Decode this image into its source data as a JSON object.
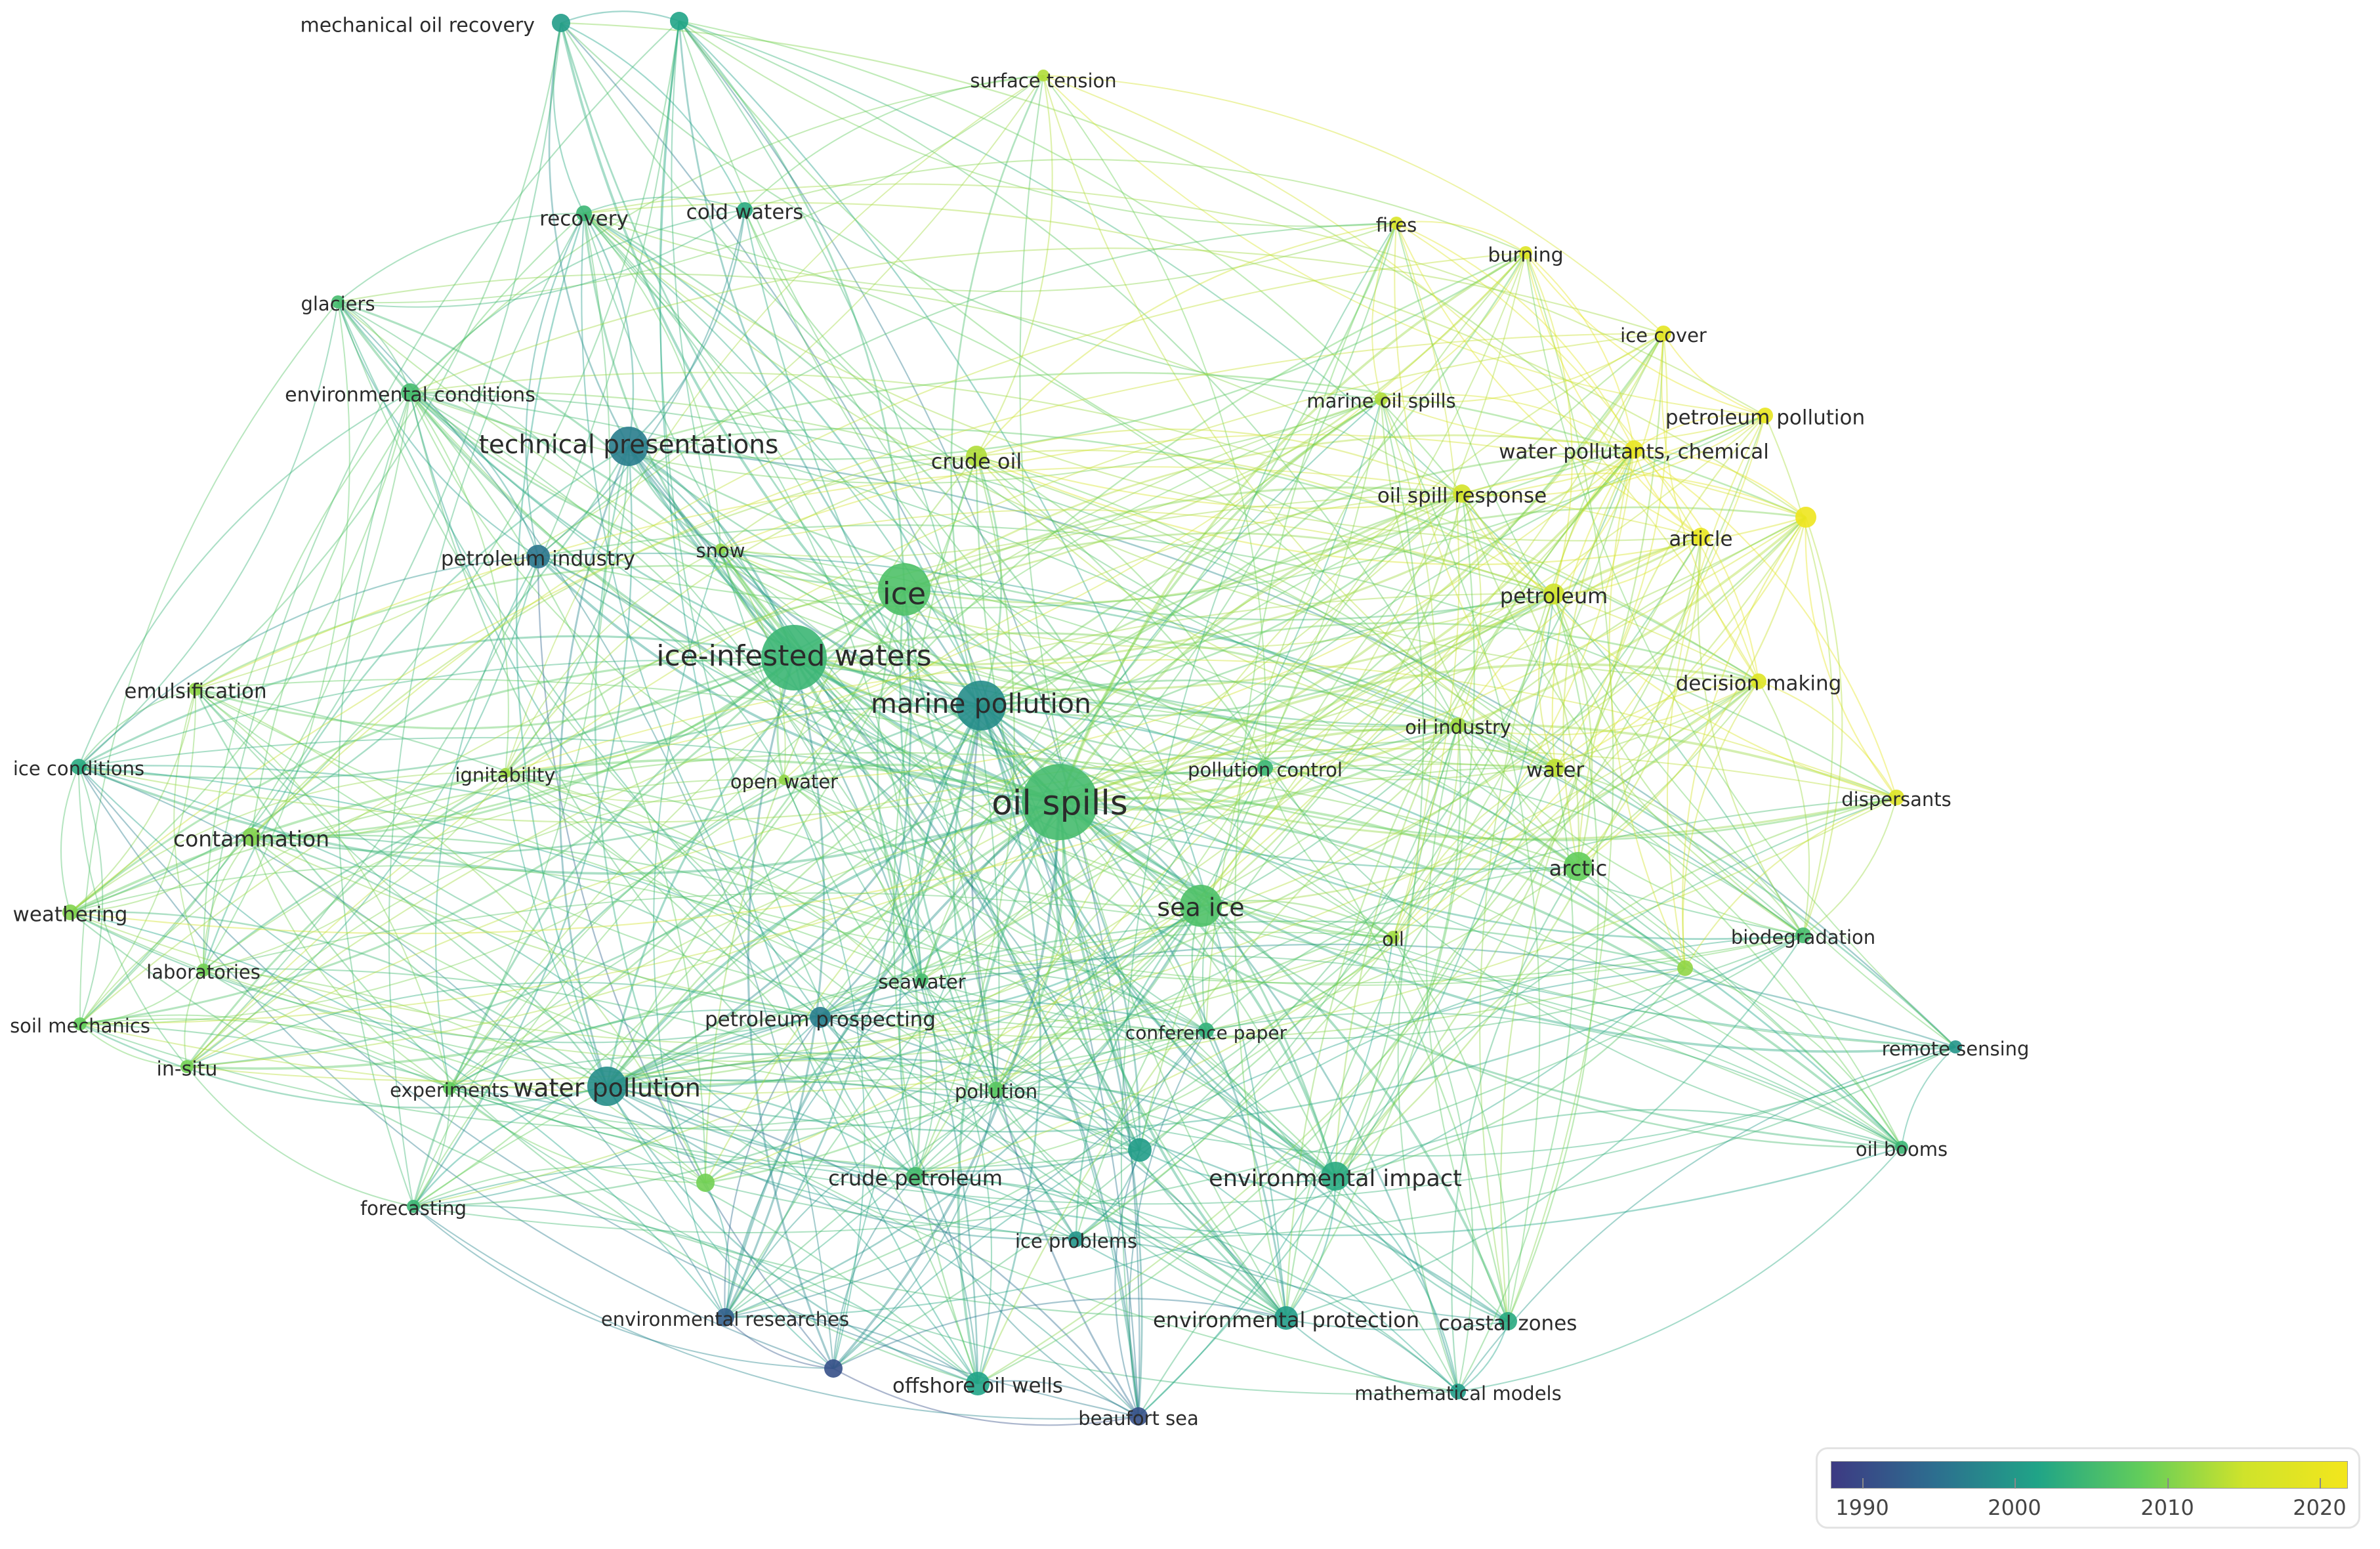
{
  "network": {
    "nodes": [
      {
        "id": "mor",
        "label": "mechanical oil recovery",
        "year": 2000,
        "w": 8
      },
      {
        "id": "n1",
        "label": "",
        "year": 2001,
        "w": 6
      },
      {
        "id": "st",
        "label": "surface tension",
        "year": 2013,
        "w": 3
      },
      {
        "id": "rec",
        "label": "recovery",
        "year": 2004,
        "w": 5
      },
      {
        "id": "cw",
        "label": "cold waters",
        "year": 2002,
        "w": 5
      },
      {
        "id": "gla",
        "label": "glaciers",
        "year": 2005,
        "w": 4
      },
      {
        "id": "ec",
        "label": "environmental conditions",
        "year": 2005,
        "w": 6
      },
      {
        "id": "tp",
        "label": "technical presentations",
        "year": 1996,
        "w": 14
      },
      {
        "id": "co",
        "label": "crude oil",
        "year": 2013,
        "w": 8
      },
      {
        "id": "pi",
        "label": "petroleum industry",
        "year": 1995,
        "w": 8
      },
      {
        "id": "snow",
        "label": "snow",
        "year": 2011,
        "w": 3
      },
      {
        "id": "ice",
        "label": "ice",
        "year": 2006,
        "w": 20
      },
      {
        "id": "iiw",
        "label": "ice-infested waters",
        "year": 2004,
        "w": 28
      },
      {
        "id": "mp",
        "label": "marine pollution",
        "year": 1998,
        "w": 20
      },
      {
        "id": "emul",
        "label": "emulsification",
        "year": 2011,
        "w": 4
      },
      {
        "id": "icond",
        "label": "ice conditions",
        "year": 2002,
        "w": 5
      },
      {
        "id": "ign",
        "label": "ignitability",
        "year": 2012,
        "w": 3
      },
      {
        "id": "ow",
        "label": "open water",
        "year": 2011,
        "w": 3
      },
      {
        "id": "os",
        "label": "oil spills",
        "year": 2005,
        "w": 40
      },
      {
        "id": "pc",
        "label": "pollution control",
        "year": 2004,
        "w": 5
      },
      {
        "id": "cont",
        "label": "contamination",
        "year": 2010,
        "w": 6
      },
      {
        "id": "weath",
        "label": "weathering",
        "year": 2010,
        "w": 5
      },
      {
        "id": "lab",
        "label": "laboratories",
        "year": 2009,
        "w": 4
      },
      {
        "id": "sm",
        "label": "soil mechanics",
        "year": 2008,
        "w": 4
      },
      {
        "id": "insitu",
        "label": "in-situ",
        "year": 2009,
        "w": 4
      },
      {
        "id": "seaw",
        "label": "seawater",
        "year": 2005,
        "w": 4
      },
      {
        "id": "pp",
        "label": "petroleum prospecting",
        "year": 1996,
        "w": 7
      },
      {
        "id": "exp",
        "label": "experiments",
        "year": 2008,
        "w": 4
      },
      {
        "id": "wp",
        "label": "water pollution",
        "year": 1998,
        "w": 14
      },
      {
        "id": "poll",
        "label": "pollution",
        "year": 2007,
        "w": 5
      },
      {
        "id": "forec",
        "label": "forecasting",
        "year": 2004,
        "w": 4
      },
      {
        "id": "n2",
        "label": "",
        "year": 2009,
        "w": 6
      },
      {
        "id": "cp",
        "label": "crude petroleum",
        "year": 2005,
        "w": 6
      },
      {
        "id": "n3",
        "label": "",
        "year": 2000,
        "w": 7
      },
      {
        "id": "cpaper",
        "label": "conference paper",
        "year": 2003,
        "w": 5
      },
      {
        "id": "seaice",
        "label": "sea ice",
        "year": 2006,
        "w": 16
      },
      {
        "id": "ei",
        "label": "environmental impact",
        "year": 2002,
        "w": 10
      },
      {
        "id": "ip",
        "label": "ice problems",
        "year": 1999,
        "w": 5
      },
      {
        "id": "er",
        "label": "environmental researches",
        "year": 1992,
        "w": 6
      },
      {
        "id": "n4",
        "label": "",
        "year": 1990,
        "w": 6
      },
      {
        "id": "ep",
        "label": "environmental protection",
        "year": 2000,
        "w": 8
      },
      {
        "id": "cz",
        "label": "coastal zones",
        "year": 2002,
        "w": 6
      },
      {
        "id": "sow",
        "label": "offshore oil wells",
        "year": 2001,
        "w": 7
      },
      {
        "id": "bs",
        "label": "beaufort sea",
        "year": 1990,
        "w": 6
      },
      {
        "id": "mm",
        "label": "mathematical models",
        "year": 2000,
        "w": 5
      },
      {
        "id": "fires",
        "label": "fires",
        "year": 2017,
        "w": 4
      },
      {
        "id": "burn",
        "label": "burning",
        "year": 2018,
        "w": 4
      },
      {
        "id": "icec",
        "label": "ice cover",
        "year": 2019,
        "w": 5
      },
      {
        "id": "mos",
        "label": "marine oil spills",
        "year": 2013,
        "w": 4
      },
      {
        "id": "ppoll",
        "label": "petroleum pollution",
        "year": 2020,
        "w": 5
      },
      {
        "id": "wpc",
        "label": "water pollutants, chemical",
        "year": 2020,
        "w": 6
      },
      {
        "id": "osr",
        "label": "oil spill response",
        "year": 2016,
        "w": 6
      },
      {
        "id": "art",
        "label": "article",
        "year": 2020,
        "w": 6
      },
      {
        "id": "n5",
        "label": "",
        "year": 2021,
        "w": 7
      },
      {
        "id": "petr",
        "label": "petroleum",
        "year": 2015,
        "w": 7
      },
      {
        "id": "dm",
        "label": "decision making",
        "year": 2018,
        "w": 5
      },
      {
        "id": "oi",
        "label": "oil industry",
        "year": 2012,
        "w": 5
      },
      {
        "id": "water",
        "label": "water",
        "year": 2014,
        "w": 6
      },
      {
        "id": "disp",
        "label": "dispersants",
        "year": 2018,
        "w": 5
      },
      {
        "id": "arctic",
        "label": "arctic",
        "year": 2008,
        "w": 9
      },
      {
        "id": "oil",
        "label": "oil",
        "year": 2012,
        "w": 4
      },
      {
        "id": "n6",
        "label": "",
        "year": 2011,
        "w": 5
      },
      {
        "id": "biod",
        "label": "biodegradation",
        "year": 2005,
        "w": 5
      },
      {
        "id": "rs",
        "label": "remote sensing",
        "year": 1999,
        "w": 4
      },
      {
        "id": "ob",
        "label": "oil booms",
        "year": 2004,
        "w": 4
      }
    ]
  },
  "legend": {
    "min_year": 1987,
    "max_year": 2022,
    "ticks": [
      "1990",
      "2000",
      "2010",
      "2020"
    ]
  },
  "colors": {
    "scale": [
      "#3d3a83",
      "#2d6e8f",
      "#20a487",
      "#62cd5b",
      "#cfe32b",
      "#f3e61c"
    ]
  }
}
